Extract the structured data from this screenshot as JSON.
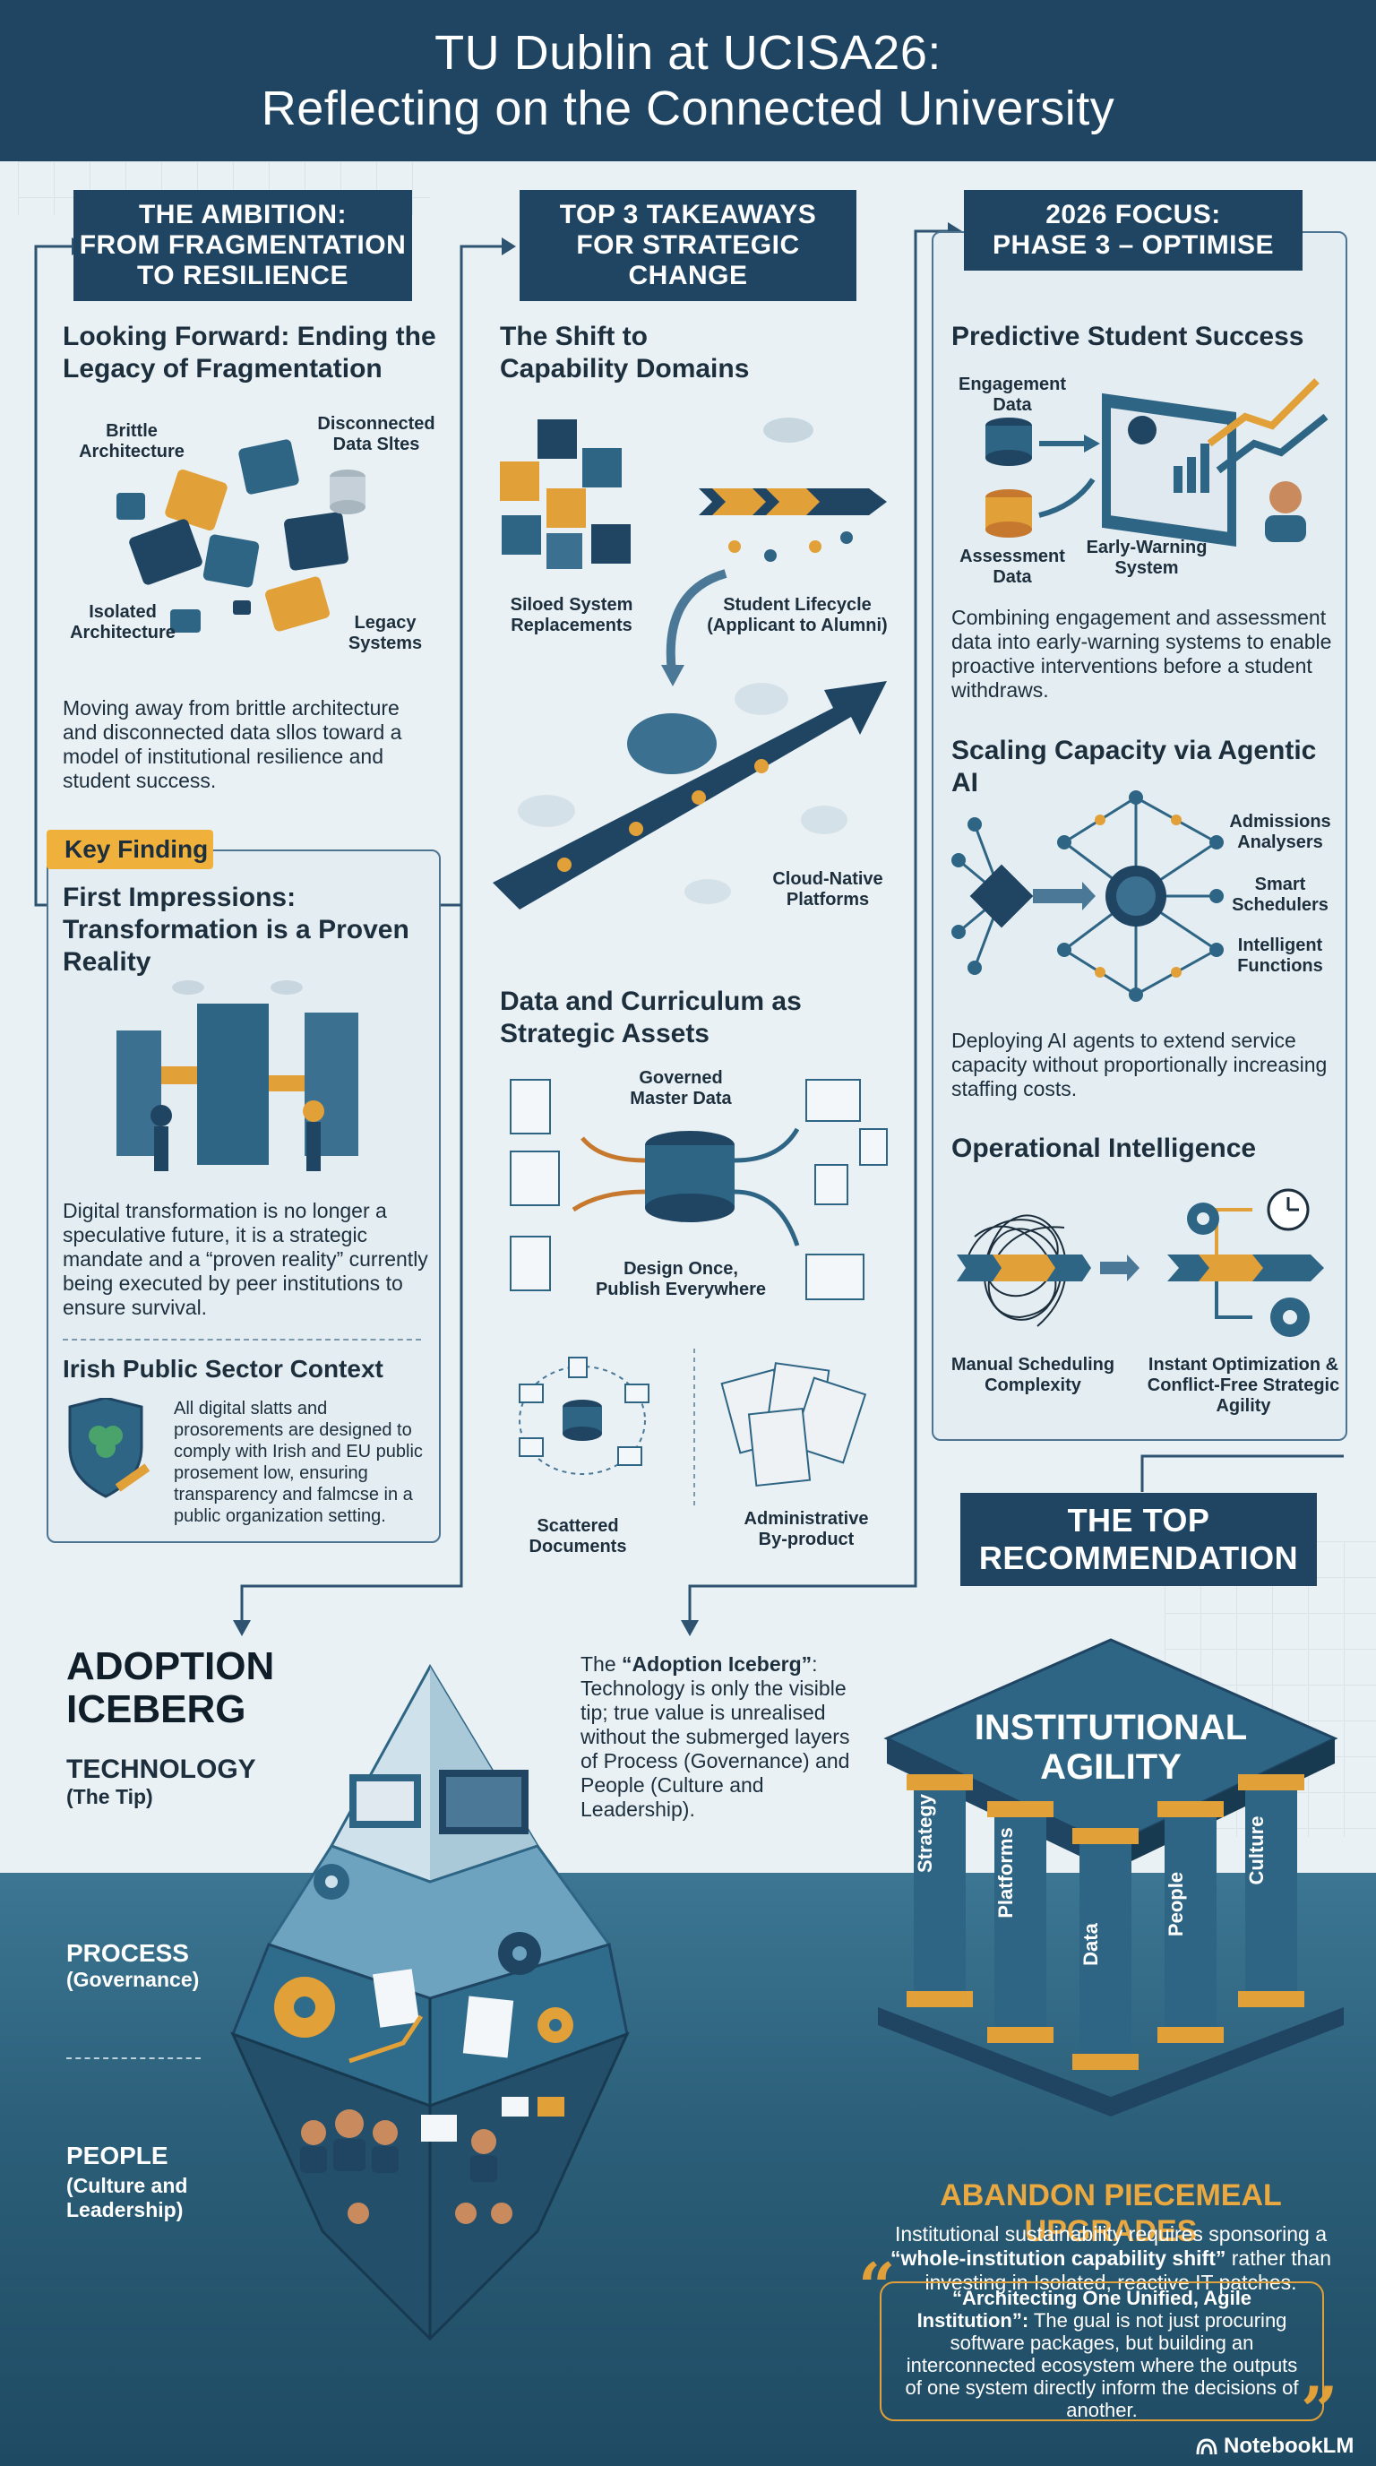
{
  "header": {
    "line1": "TU Dublin at UCISA26:",
    "line2": "Reflecting on the Connected University"
  },
  "col1": {
    "label": [
      "THE AMBITION:",
      "FROM FRAGMENTATION",
      "TO RESILIENCE"
    ],
    "heading": "Looking Forward: Ending the Legacy of Fragmentation",
    "puzzle_labels": {
      "brittle": "Brittle Architecture",
      "disconnected": "Disconnected Data Sltes",
      "isolated": "Isolated Architecture",
      "legacy": "Legacy Systems"
    },
    "body": "Moving away from brittle architecture and disconnected data sllos toward a model of institutional resilience and student success.",
    "key_finding": {
      "tag": "Key Finding",
      "heading": "First Impressions: Transformation is a Proven Reality",
      "body": "Digital transformation is no longer a speculative future, it is a strategic mandate and a “proven reality” currently being executed by peer institutions to ensure survival."
    },
    "irish": {
      "heading": "Irish Public Sector Context",
      "body": "All digital slatts and prosorements are designed to comply with Irish and EU public prosement low, ensuring transparency and falmcse in a public organization setting."
    }
  },
  "col2": {
    "label": [
      "TOP 3 TAKEAWAYS",
      "FOR STRATEGIC",
      "CHANGE"
    ],
    "heading1": "The Shift to Capability Domains",
    "siloed": "Siloed System Replacements",
    "lifecycle": "Student Lifecycle (Applicant to Alumni)",
    "cloud": "Cloud-Native Platforms",
    "heading2": "Data and Curriculum as Strategic Assets",
    "master": "Governed Master Data",
    "design": "Design Once, Publish Everywhere",
    "scattered": "Scattered Documents",
    "admin": "Administrative By-product"
  },
  "col3": {
    "label": [
      "2026 FOCUS:",
      "PHASE 3 – OPTIMISE"
    ],
    "heading1": "Predictive Student Success",
    "engagement": "Engagement Data",
    "assessment": "Assessment Data",
    "early": "Early-Warning System",
    "body1": "Combining engagement and assessment data into early-warning systems to enable proactive interventions before a student withdraws.",
    "heading2": "Scaling Capacity via Agentic AI",
    "admissions": "Admissions Analysers",
    "smart": "Smart Schedulers",
    "intelligent": "Intelligent Functions",
    "body2": "Deploying AI agents to extend service capacity without proportionally increasing staffing costs.",
    "heading3": "Operational Intelligence",
    "manual": "Manual Scheduling Complexity",
    "instant": "Instant Optimization & Conflict-Free Strategic Agility"
  },
  "iceberg": {
    "title": [
      "ADOPTION",
      "ICEBERG"
    ],
    "tech": "TECHNOLOGY",
    "tech_sub": "(The Tip)",
    "process": "PROCESS",
    "process_sub": "(Governance)",
    "people": "PEOPLE",
    "people_sub": [
      "(Culture and",
      "Leadership)"
    ],
    "desc_bold": "“Adoption Iceberg”",
    "desc_pre": "The ",
    "desc_post": ": Technology is only the visible tip; true value is unrealised without the submerged layers of Process (Governance) and People (Culture and Leadership)."
  },
  "recommend": {
    "label": [
      "THE TOP",
      "RECOMMENDATION"
    ],
    "roof": [
      "INSTITUTIONAL",
      "AGILITY"
    ],
    "pillars": [
      "Strategy",
      "Platforms",
      "Data",
      "People",
      "Culture"
    ],
    "abandon": "ABANDON PIECEMEAL UPGRADES",
    "sustain_pre": "Institutional sustainability requires sponsoring a ",
    "sustain_bold": "“whole-institution capability shift”",
    "sustain_post": " rather than investing in Isolated, reactive IT patches.",
    "quote_bold": "“Architecting One Unified, Agile Institution”:",
    "quote_body": "The gual is not just procuring software packages, but building an interconnected ecosystem where the outputs of one system directly inform the decisions of another."
  },
  "footer": {
    "brand": "NotebookLM"
  },
  "colors": {
    "navy": "#1f4563",
    "orange": "#e2a038",
    "teal": "#2f6b8a",
    "water": "#2c5f78"
  }
}
